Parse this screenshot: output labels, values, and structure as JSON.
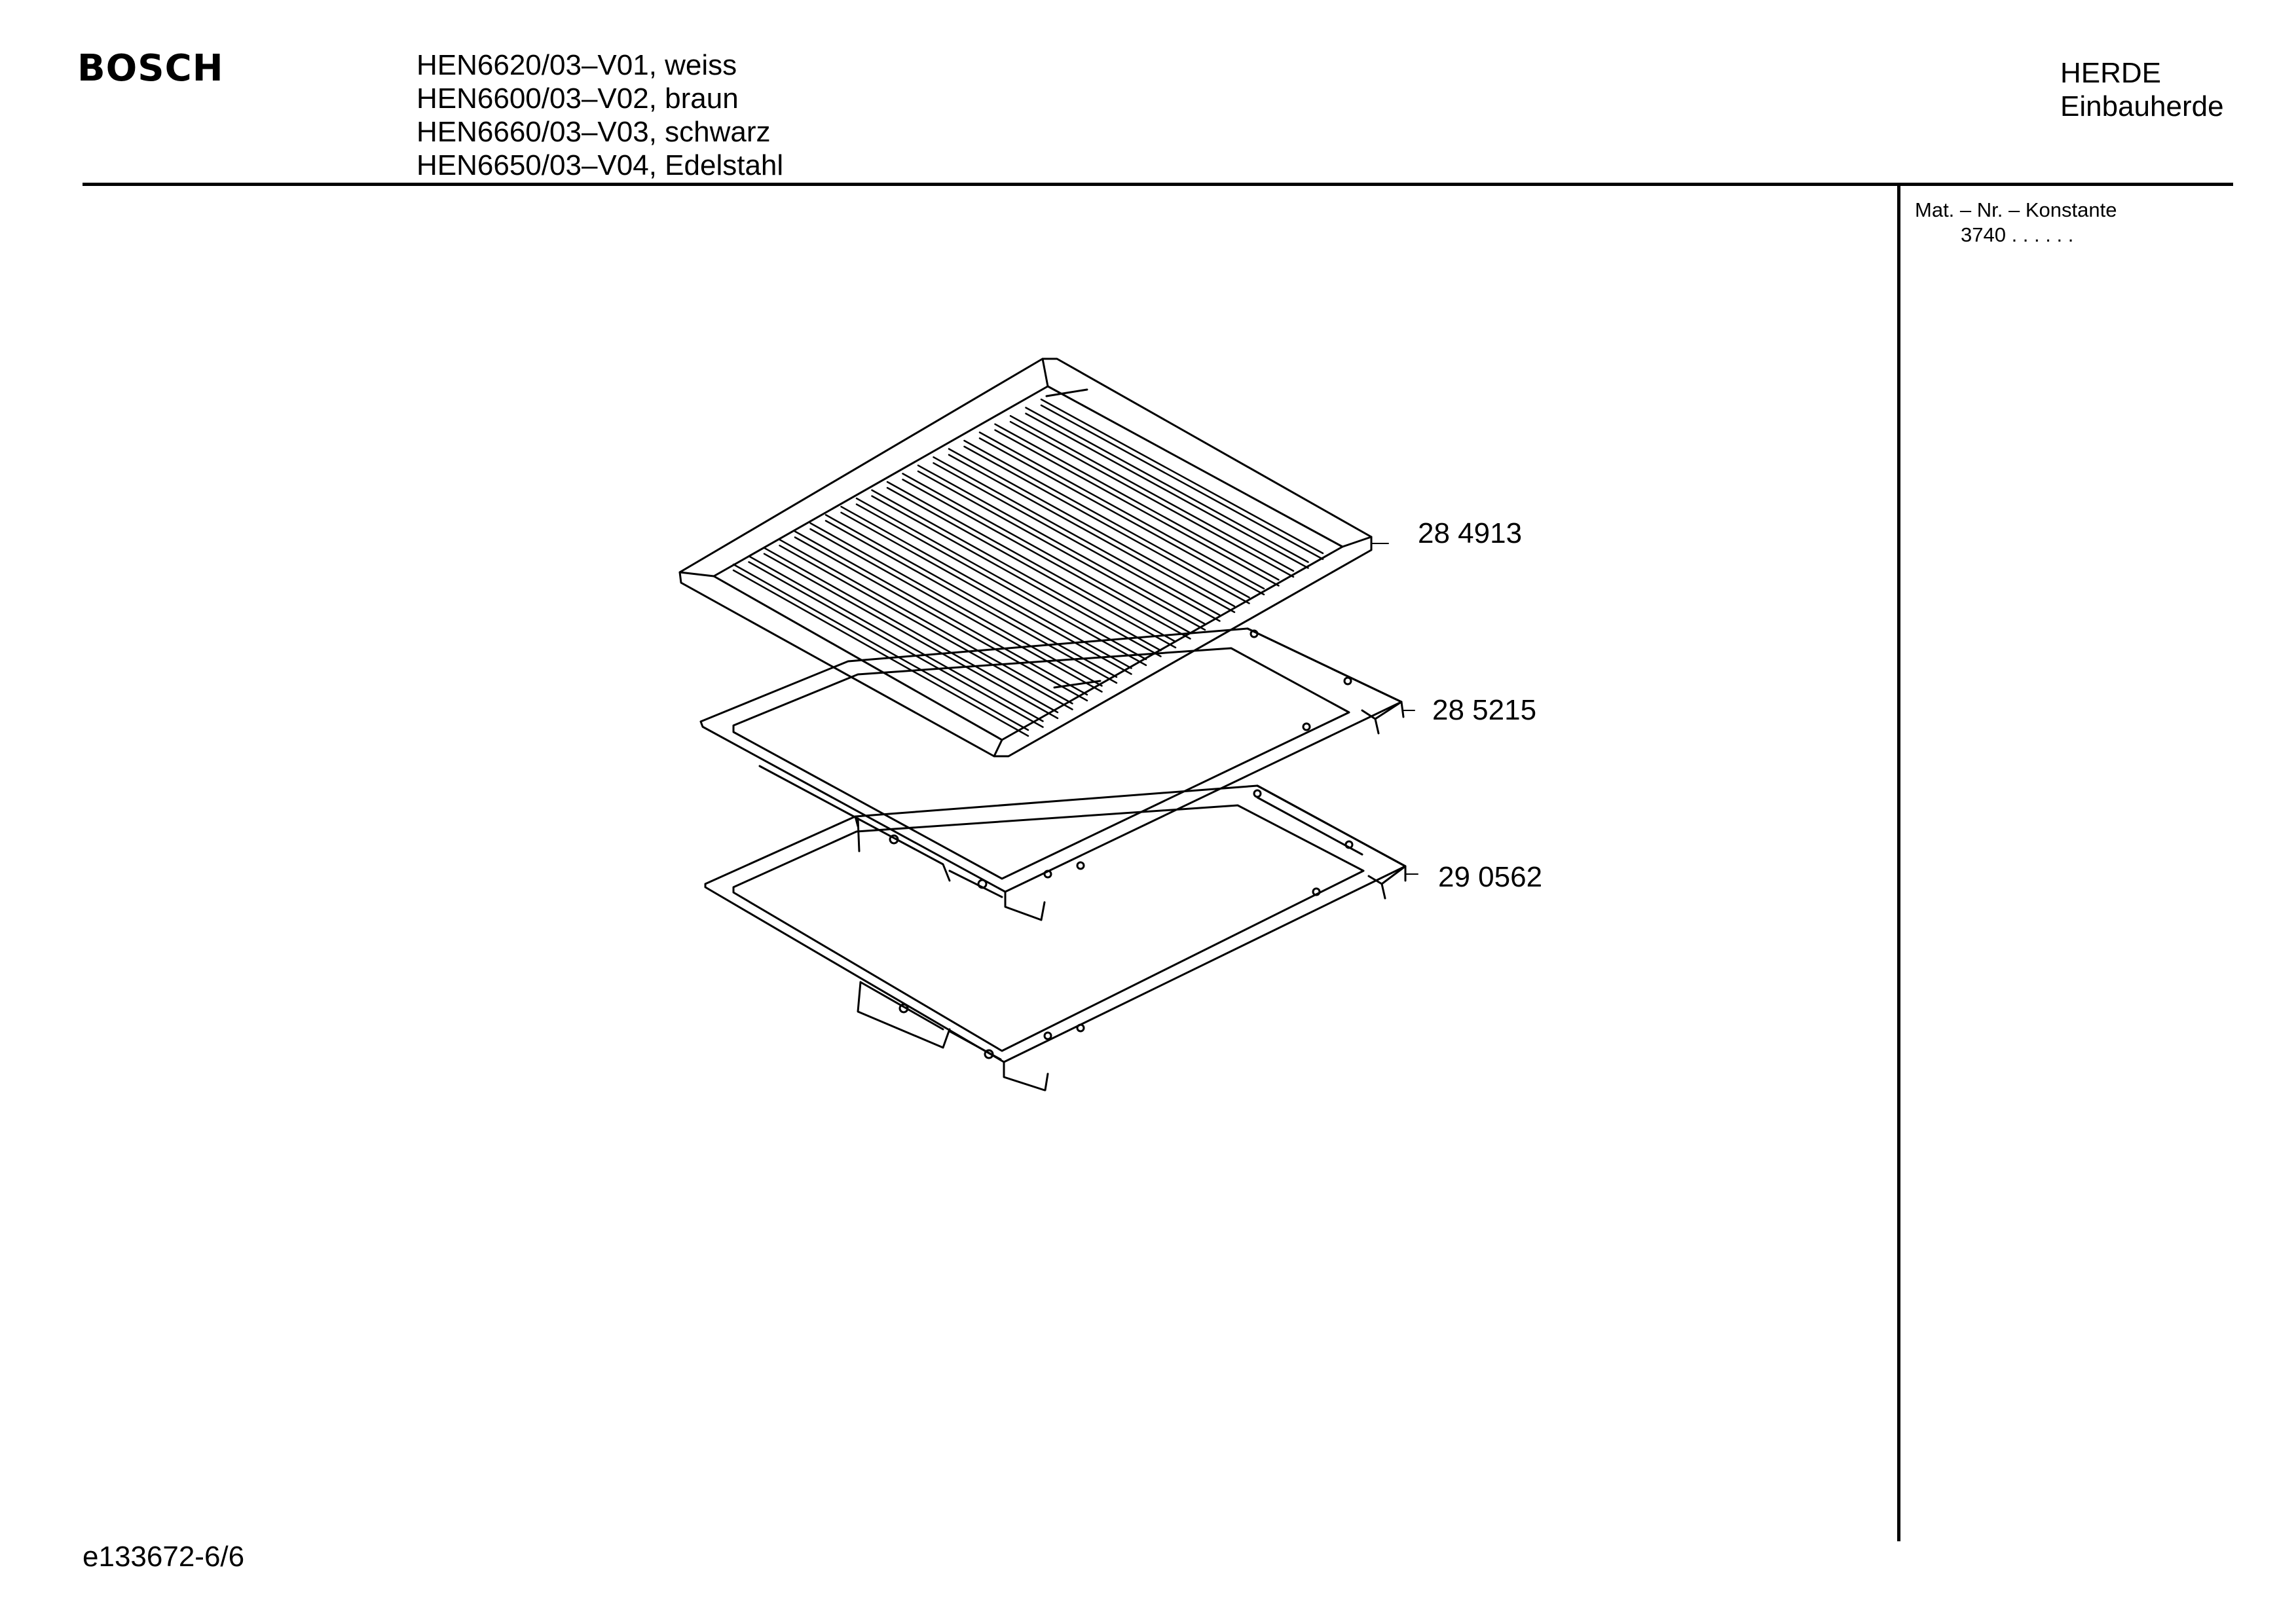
{
  "header": {
    "brand": "BOSCH",
    "models": [
      "HEN6620/03–V01, weiss",
      "HEN6600/03–V02, braun",
      "HEN6660/03–V03, schwarz",
      "HEN6650/03–V04, Edelstahl"
    ],
    "category": "HERDE",
    "subcategory": "Einbauherde"
  },
  "sidebar": {
    "mat_label": "Mat. – Nr. – Konstante",
    "mat_value": "3740 .  .    .  .  .  ."
  },
  "parts": [
    {
      "number": "28 4913"
    },
    {
      "number": "28 5215"
    },
    {
      "number": "29 0562"
    }
  ],
  "footer": {
    "doc_id": "e133672-6/6"
  }
}
